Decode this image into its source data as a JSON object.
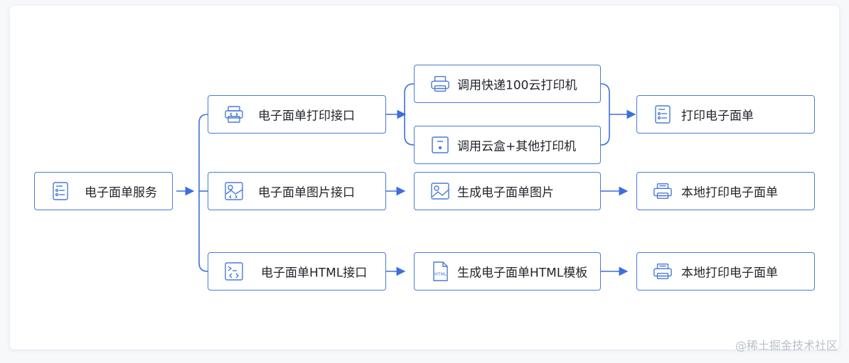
{
  "nodes": {
    "service": "电子面单服务",
    "print_api": "电子面单打印接口",
    "image_api": "电子面单图片接口",
    "html_api": "电子面单HTML接口",
    "kuaidi_cloud_printer": "调用快递100云打印机",
    "cloudbox_printer": "调用云盒+其他打印机",
    "gen_image": "生成电子面单图片",
    "gen_html_template": "生成电子面单HTML模板",
    "print_waybill": "打印电子面单",
    "local_print_image": "本地打印电子面单",
    "local_print_html": "本地打印电子面单"
  },
  "icons": {
    "service": "document-list-icon",
    "print_api": "printer-api-icon",
    "image_api": "image-api-icon",
    "html_api": "terminal-api-icon",
    "kuaidi_cloud_printer": "printer-icon",
    "cloudbox_printer": "cloud-box-icon",
    "gen_image": "image-icon",
    "gen_html_template": "html-file-icon",
    "print_waybill": "document-list-icon",
    "local_print_image": "printer-icon",
    "local_print_html": "printer-icon"
  },
  "colors": {
    "accent": "#4a7bd6",
    "text": "#1f2329",
    "arrow": "#3b6fe0"
  },
  "watermark": "@稀土掘金技术社区"
}
